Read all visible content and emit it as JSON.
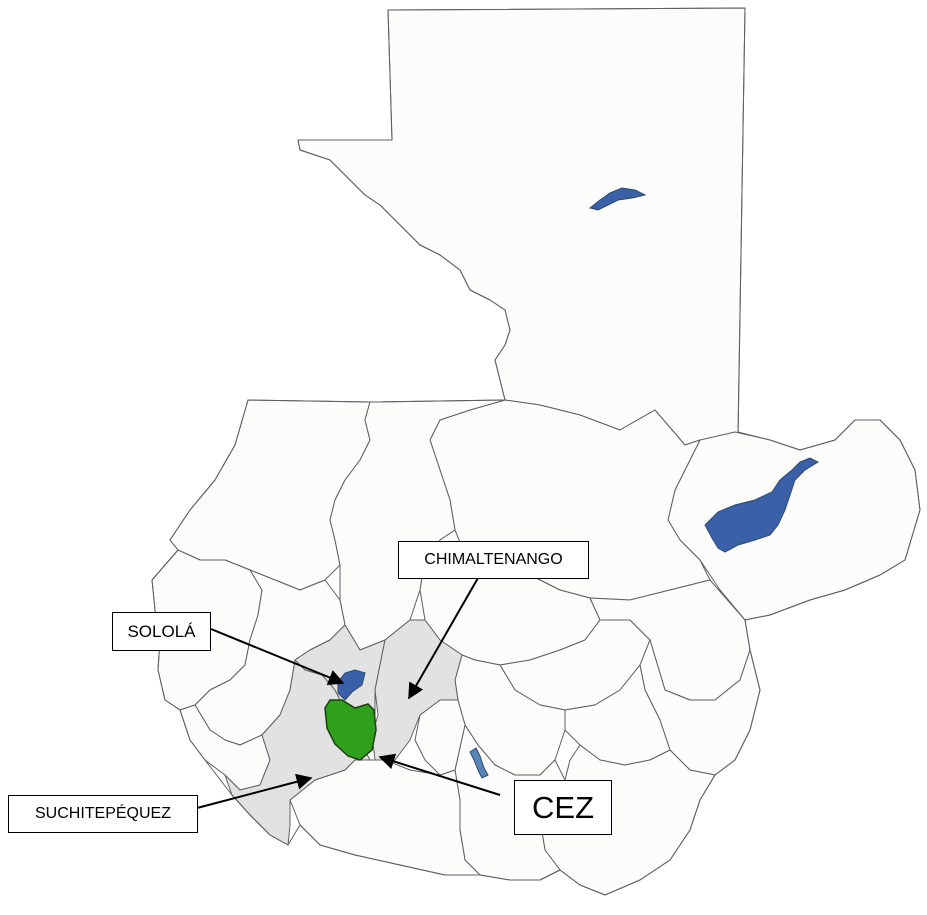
{
  "map": {
    "colors": {
      "department_fill": "#fcfcfb",
      "highlight_fill": "#e1e2e1",
      "border": "#5f5f5f",
      "lake": "#3a60a8",
      "cez_fill": "#2fa01c"
    },
    "labels": {
      "chimaltenango": "CHIMALTENANGO",
      "solola": "SOLOLÁ",
      "suchitepequez": "SUCHITEPÉQUEZ",
      "cez": "CEZ"
    }
  }
}
